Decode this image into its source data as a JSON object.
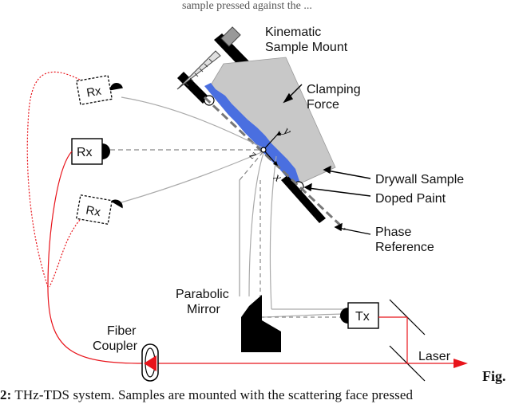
{
  "top_fragment": "sample pressed against the ...",
  "labels": {
    "kinematic_mount_1": "Kinematic",
    "kinematic_mount_2": "Sample Mount",
    "clamping_1": "Clamping",
    "clamping_2": "Force",
    "drywall": "Drywall Sample",
    "doped_paint": "Doped Paint",
    "phase_1": "Phase",
    "phase_2": "Reference",
    "parabolic_1": "Parabolic",
    "parabolic_2": "Mirror",
    "fiber_1": "Fiber",
    "fiber_2": "Coupler",
    "laser": "Laser",
    "tx": "Tx",
    "rx_top": "Rx",
    "rx_mid": "Rx",
    "rx_bot": "Rx",
    "axis_x": "x",
    "axis_y": "y",
    "axis_z": "z"
  },
  "figure": {
    "label": "Fig.",
    "number": "2:",
    "caption_text": " THz-TDS system.  Samples are mounted with the scattering face pressed"
  },
  "colors": {
    "laser_red": "#e8141b",
    "paint_blue": "#4a6fe0",
    "sample_gray": "#c8c8c8",
    "beam_gray": "#aaaaaa"
  }
}
